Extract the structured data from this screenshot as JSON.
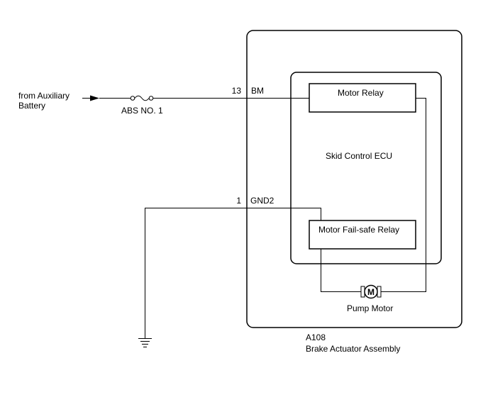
{
  "diagram": {
    "source_label": [
      "from Auxiliary",
      "Battery"
    ],
    "fuse_label": "ABS NO. 1",
    "pins": [
      {
        "number": "13",
        "name": "BM"
      },
      {
        "number": "1",
        "name": "GND2"
      }
    ],
    "ecu_label": "Skid Control ECU",
    "relays": [
      "Motor Relay",
      "Motor Fail-safe Relay"
    ],
    "motor_symbol": "M",
    "motor_label": "Pump Motor",
    "connector_code": "A108",
    "assembly_label": "Brake Actuator Assembly"
  },
  "icons": [
    "arrow-right-icon",
    "fuse-icon",
    "motor-icon",
    "ground-icon"
  ]
}
